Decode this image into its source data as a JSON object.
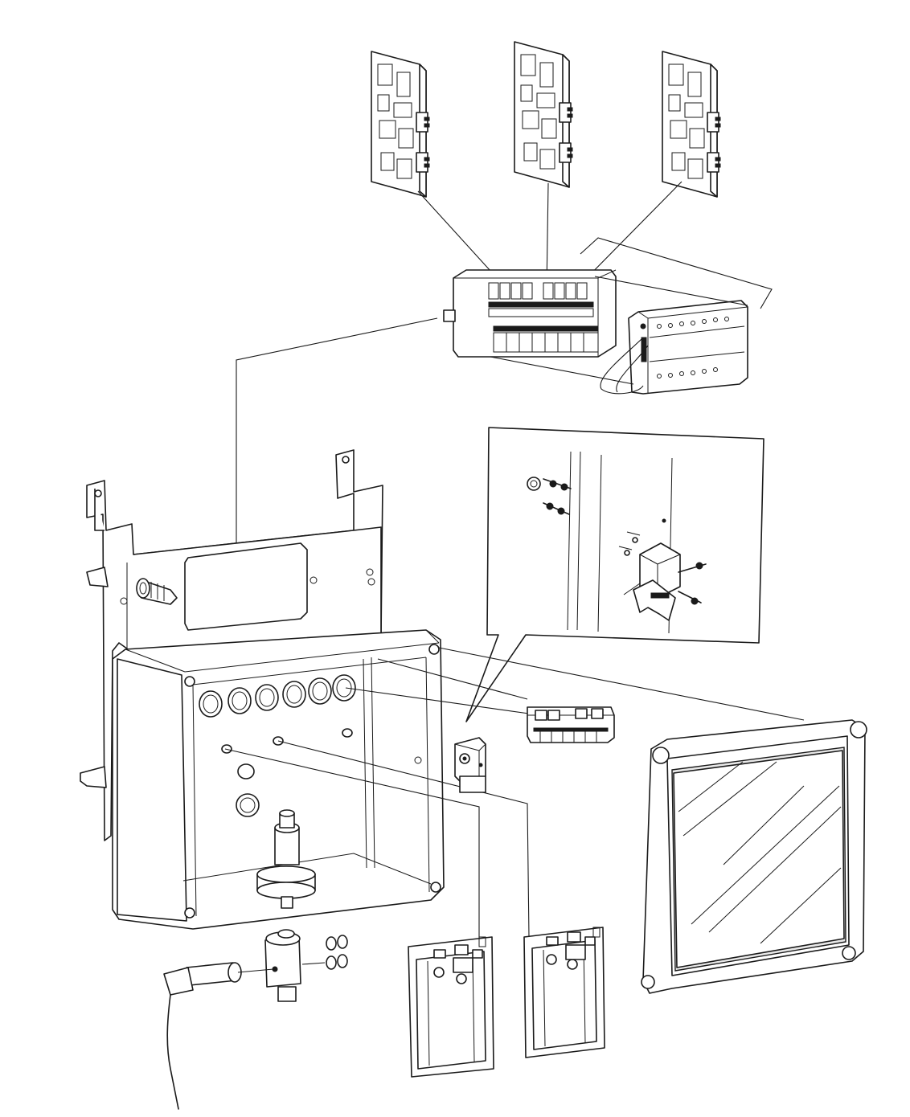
{
  "diagram": {
    "kind": "exploded-assembly",
    "colors": {
      "line": "#1a1a1a",
      "background": "#ffffff",
      "panel": "#e8e8e8"
    },
    "components": [
      "circuit-board-left",
      "circuit-board-center",
      "circuit-board-right",
      "terminal-block-assembly",
      "terminal-strip",
      "wall-bracket-panel",
      "enclosure-box",
      "cable-gland",
      "glass-cover",
      "detail-inset-relay",
      "relay-module",
      "terminal-connector-small",
      "sensor-cable",
      "plug-board-left",
      "plug-board-right"
    ]
  }
}
